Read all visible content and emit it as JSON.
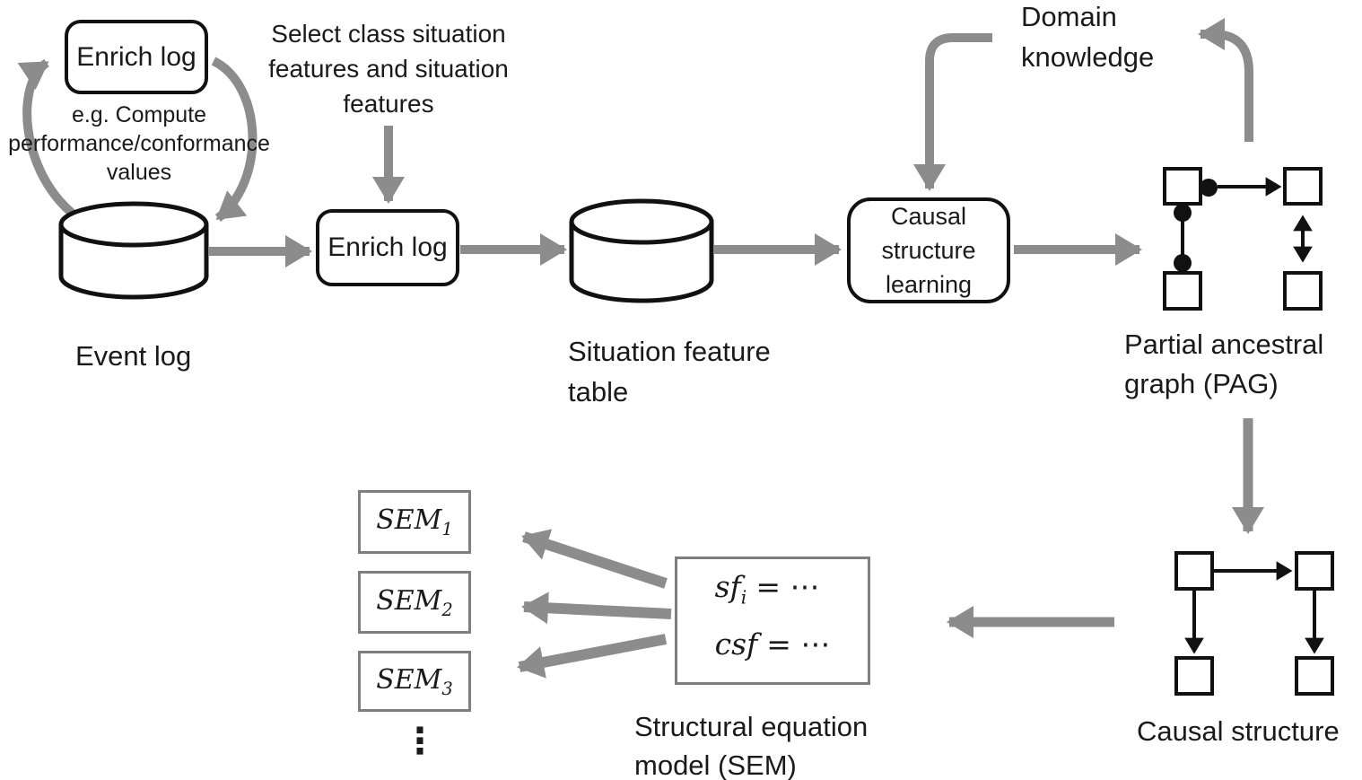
{
  "colors": {
    "background": "#ffffff",
    "arrow_gray": "#8c8c8c",
    "shape_black": "#111111",
    "gray_box_border": "#7f7f7f",
    "text": "#1a1a1a"
  },
  "loop": {
    "box_label": "Enrich log",
    "note_lines": [
      "e.g. Compute",
      "performance/conformance",
      "values"
    ]
  },
  "event_log": {
    "label": "Event log"
  },
  "select_note": {
    "lines": [
      "Select class situation",
      "features and situation",
      "features"
    ]
  },
  "enrich": {
    "box_label": "Enrich log"
  },
  "situation_table": {
    "label_lines": [
      "Situation feature",
      "table"
    ]
  },
  "causal_learning": {
    "box_lines": [
      "Causal",
      "structure",
      "learning"
    ]
  },
  "domain_knowledge": {
    "lines": [
      "Domain",
      "knowledge"
    ]
  },
  "pag": {
    "label_lines": [
      "Partial ancestral",
      "graph (PAG)"
    ]
  },
  "causal_structure": {
    "label": "Causal structure"
  },
  "sem": {
    "eq1": {
      "lhs": "sf",
      "sub": "i",
      "rhs": "=  ⋯"
    },
    "eq2": {
      "lhs": "csf",
      "sub": "",
      "rhs": "=  ⋯"
    },
    "label_lines": [
      "Structural equation",
      "model (SEM)"
    ]
  },
  "sem_models": [
    {
      "base": "SEM",
      "sub": "1"
    },
    {
      "base": "SEM",
      "sub": "2"
    },
    {
      "base": "SEM",
      "sub": "3"
    }
  ],
  "more_indicator": "⋮"
}
